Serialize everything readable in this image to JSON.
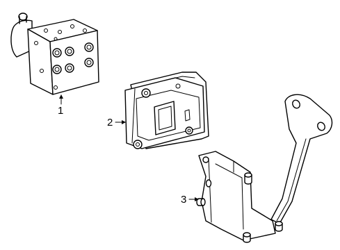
{
  "diagram": {
    "callouts": [
      {
        "number": "1"
      },
      {
        "number": "2"
      },
      {
        "number": "3"
      }
    ]
  }
}
